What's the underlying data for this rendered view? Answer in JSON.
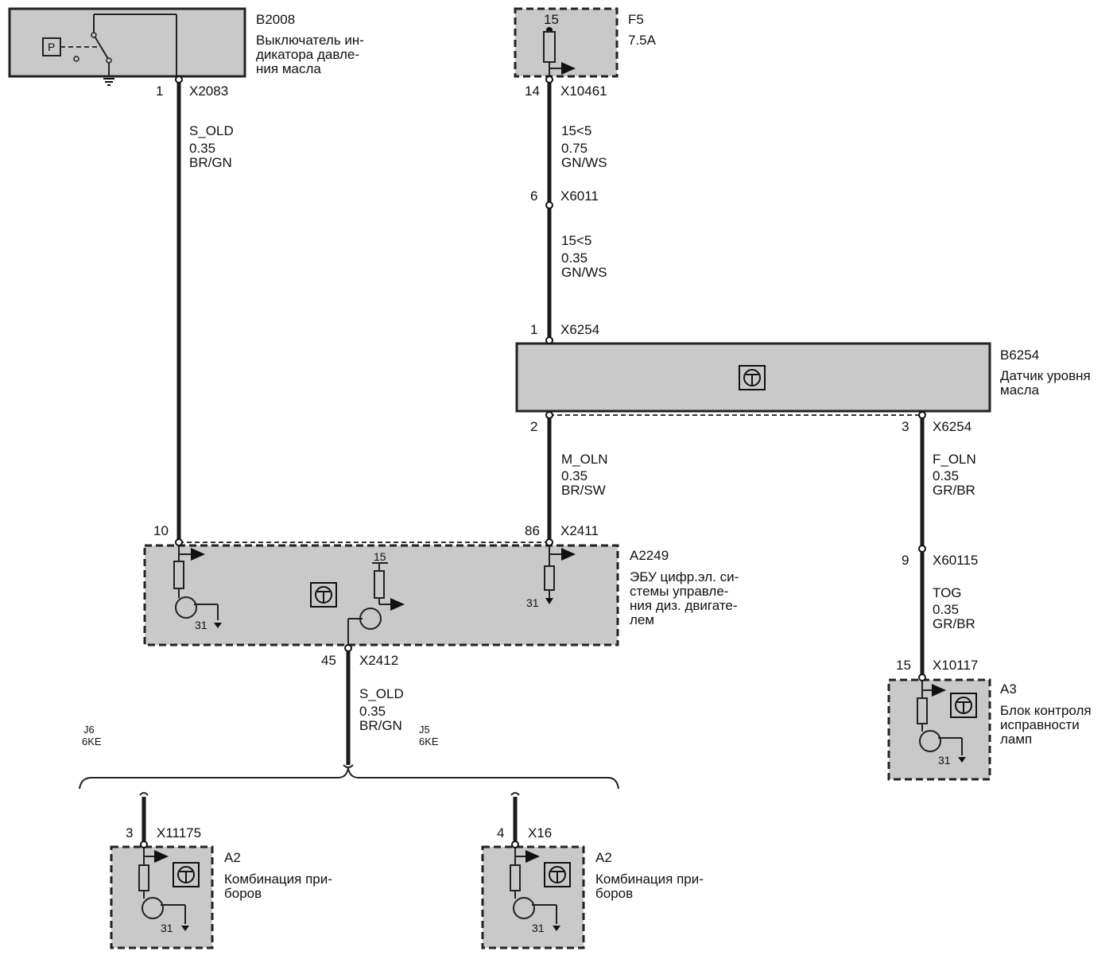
{
  "components": {
    "b2008": {
      "id": "B2008",
      "desc": [
        "Выключатель ин-",
        "дикатора давле-",
        "ния масла"
      ],
      "p_symbol": "P"
    },
    "f5": {
      "id": "F5",
      "rating": "7.5A",
      "terminal": "15"
    },
    "b6254": {
      "id": "B6254",
      "desc": [
        "Датчик уровня",
        "масла"
      ]
    },
    "a2249": {
      "id": "A2249",
      "desc": [
        "ЭБУ цифр.эл. си-",
        "стемы управле-",
        "ния диз. двигате-",
        "лем"
      ],
      "ground1": "31",
      "ground2": "31",
      "terminal": "15"
    },
    "a3": {
      "id": "A3",
      "desc": [
        "Блок контроля",
        "исправности",
        "ламп"
      ],
      "ground": "31"
    },
    "a2_left": {
      "id": "A2",
      "desc": [
        "Комбинация при-",
        "боров"
      ],
      "ground": "31"
    },
    "a2_right": {
      "id": "A2",
      "desc": [
        "Комбинация при-",
        "боров"
      ],
      "ground": "31"
    }
  },
  "connectors": {
    "x2083": {
      "pin": "1",
      "name": "X2083"
    },
    "x10461": {
      "pin": "14",
      "name": "X10461"
    },
    "x6011": {
      "pin": "6",
      "name": "X6011"
    },
    "x6254_top": {
      "pin": "1",
      "name": "X6254"
    },
    "x6254_left": {
      "pin": "2"
    },
    "x6254_right": {
      "pin": "3",
      "name": "X6254"
    },
    "a2249_left": {
      "pin": "10"
    },
    "x2411": {
      "pin": "86",
      "name": "X2411"
    },
    "x2412": {
      "pin": "45",
      "name": "X2412"
    },
    "x60115": {
      "pin": "9",
      "name": "X60115"
    },
    "x10117": {
      "pin": "15",
      "name": "X10117"
    },
    "x11175": {
      "pin": "3",
      "name": "X11175"
    },
    "x16": {
      "pin": "4",
      "name": "X16"
    }
  },
  "wires": {
    "w1": {
      "signal": "S_OLD",
      "gauge": "0.35",
      "color": "BR/GN"
    },
    "w2": {
      "signal": "15<5",
      "gauge": "0.75",
      "color": "GN/WS"
    },
    "w3": {
      "signal": "15<5",
      "gauge": "0.35",
      "color": "GN/WS"
    },
    "w4": {
      "signal": "M_OLN",
      "gauge": "0.35",
      "color": "BR/SW"
    },
    "w5": {
      "signal": "F_OLN",
      "gauge": "0.35",
      "color": "GR/BR"
    },
    "w6": {
      "signal": "TOG",
      "gauge": "0.35",
      "color": "GR/BR"
    },
    "w7": {
      "signal": "S_OLD",
      "gauge": "0.35",
      "color": "BR/GN"
    }
  },
  "variants": {
    "j6": {
      "code": "J6",
      "option": "6KE"
    },
    "j5": {
      "code": "J5",
      "option": "6KE"
    }
  }
}
